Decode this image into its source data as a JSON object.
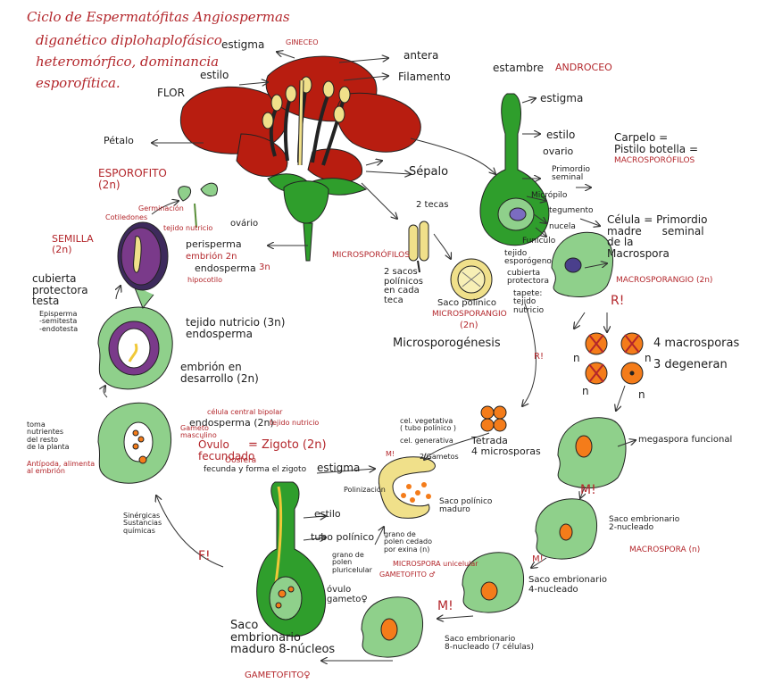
{
  "title_lines": [
    "Ciclo de Espermatófitas Angiospermas",
    "diganético diplohaplofásico",
    "heteromórfico, dominancia",
    "esporofítica."
  ],
  "flower": {
    "flor": "FLOR",
    "estigma": "estigma",
    "gineceo": "GINECEO",
    "estilo": "estilo",
    "antera": "antera",
    "filamento": "Filamento",
    "estambre": "estambre",
    "androceo": "ANDROCEO",
    "petalo": "Pétalo",
    "sepalo": "Sépalo",
    "ovario": "ovário"
  },
  "carpel": {
    "estigma": "estigma",
    "estilo": "estilo",
    "ovario": "ovario",
    "primordio_seminal": "Primordio\nseminal",
    "microopilo": "Micrópilo",
    "tegumento": "tegumento",
    "nucela": "nucela",
    "funiculo": "Funículo",
    "carpelo": "Carpelo =\nPistilo botella =",
    "macrosporofilos": "MACROSPORÓFILOS"
  },
  "anther": {
    "dos_tecas": "2 tecas",
    "microsporofilos": "MICROSPORÓFILOS",
    "sacos": "2 sacos\npolínicos\nen cada\nteca",
    "tejido_esporogeno": "tejido\nesporógeno",
    "cubierta_protectora": "cubierta\nprotectora",
    "tapete": "tapete:\ntejido\nnutricio",
    "saco_polinico": "Saco polínico",
    "microsporangio": "MICROSPORANGIO",
    "dos_n": "(2n)",
    "microsporogenesis": "Microsporogénesis"
  },
  "macro": {
    "celula_madre": "Célula = Primordio\nmadre      seminal\nde la\nMacrospora",
    "macrosporangio": "MACROSPORANGIO (2n)",
    "r_mark": "R!",
    "cuatro_macro": "4 macrosporas",
    "tres_degeneran": "3 degeneran",
    "n_label": "n"
  },
  "micro": {
    "r_mark": "R!",
    "tetrada": "Tetrada\n4 microsporas",
    "cel_vegetativa": "cel. vegetativa\n( tubo polínico )",
    "cel_generativa": "cel. generativa",
    "dos_gametos": "2 Gametos",
    "m_mark": "M!",
    "saco_maduro": "Saco polínico\nmaduro",
    "grano_polen": "grano de\npolen cedado\npor exina (n)",
    "grano_polen_b": "grano de\npolen\npluricelular",
    "microspora_uni": "MICROSPORA unicelular",
    "gametofito": "GAMETOFITO ♂",
    "polinizacion": "Polinización"
  },
  "megagam": {
    "megaspora": "megaspora funcional",
    "saco2": "Saco embrionario\n2-nucleado",
    "macrospora_n": "MACROSPORA (n)",
    "saco4": "Saco embrionario\n4-nucleado",
    "saco8": "Saco embrionario\n8-nucleado (7 células)",
    "m_mark": "M!"
  },
  "mature": {
    "estigma": "estigma",
    "estilo": "estilo",
    "tubo": "tubo polínico",
    "ovulo": "óvulo\ngameto♀",
    "saco": "Saco\nembrionario\nmaduro 8-núcleos",
    "gametofito": "GAMETOFITO♀",
    "f_mark": "F!"
  },
  "fert": {
    "cel_central": "célula central bipolar",
    "endosperma": "endosperma (2n)",
    "tejido_nutricio": "tejido nutricio",
    "gameto_masc": "Gameto\nmasculino",
    "ovulo_fec": "Óvulo\nfecundado",
    "oosfera": "Oosfera",
    "zigoto": "= Zigoto (2n)",
    "fecunda": "fecunda y forma el zigoto",
    "toma_nutrientes": "toma\nnutrientes\ndel resto\nde la planta",
    "antipoda": "Antípoda, alimenta\nal embrión",
    "sinergicas": "Sinérgicas\nSustancias\nquímicas"
  },
  "seed": {
    "tejido": "tejido nutricio (3n)\nendosperma",
    "embrion": "embrión en\ndesarrollo (2n)",
    "semilla": "SEMILLA\n(2n)",
    "cubierta": "cubierta\nprotectora\ntesta",
    "episperma": "Episperma\n-semitesta\n-endotesta",
    "cotiledones": "Cotiledones",
    "tejido_nutricio": "tejido nutricio",
    "perisperma": "perisperma",
    "embrion2": "embrión 2n",
    "endosperma": "endosperma",
    "tres_n": "3n",
    "hipocotilo": "hipocotilo",
    "germinacion": "Germinación"
  },
  "esporofito": {
    "label": "ESPOROFITO\n(2n)"
  },
  "colors": {
    "petal": "#b81d10",
    "stamen": "#f0e08a",
    "green": "#2f9e2c",
    "light_green": "#8fd08b",
    "orange": "#f47c1a",
    "purple": "#7a3a8a",
    "red_text": "#b3262b"
  }
}
